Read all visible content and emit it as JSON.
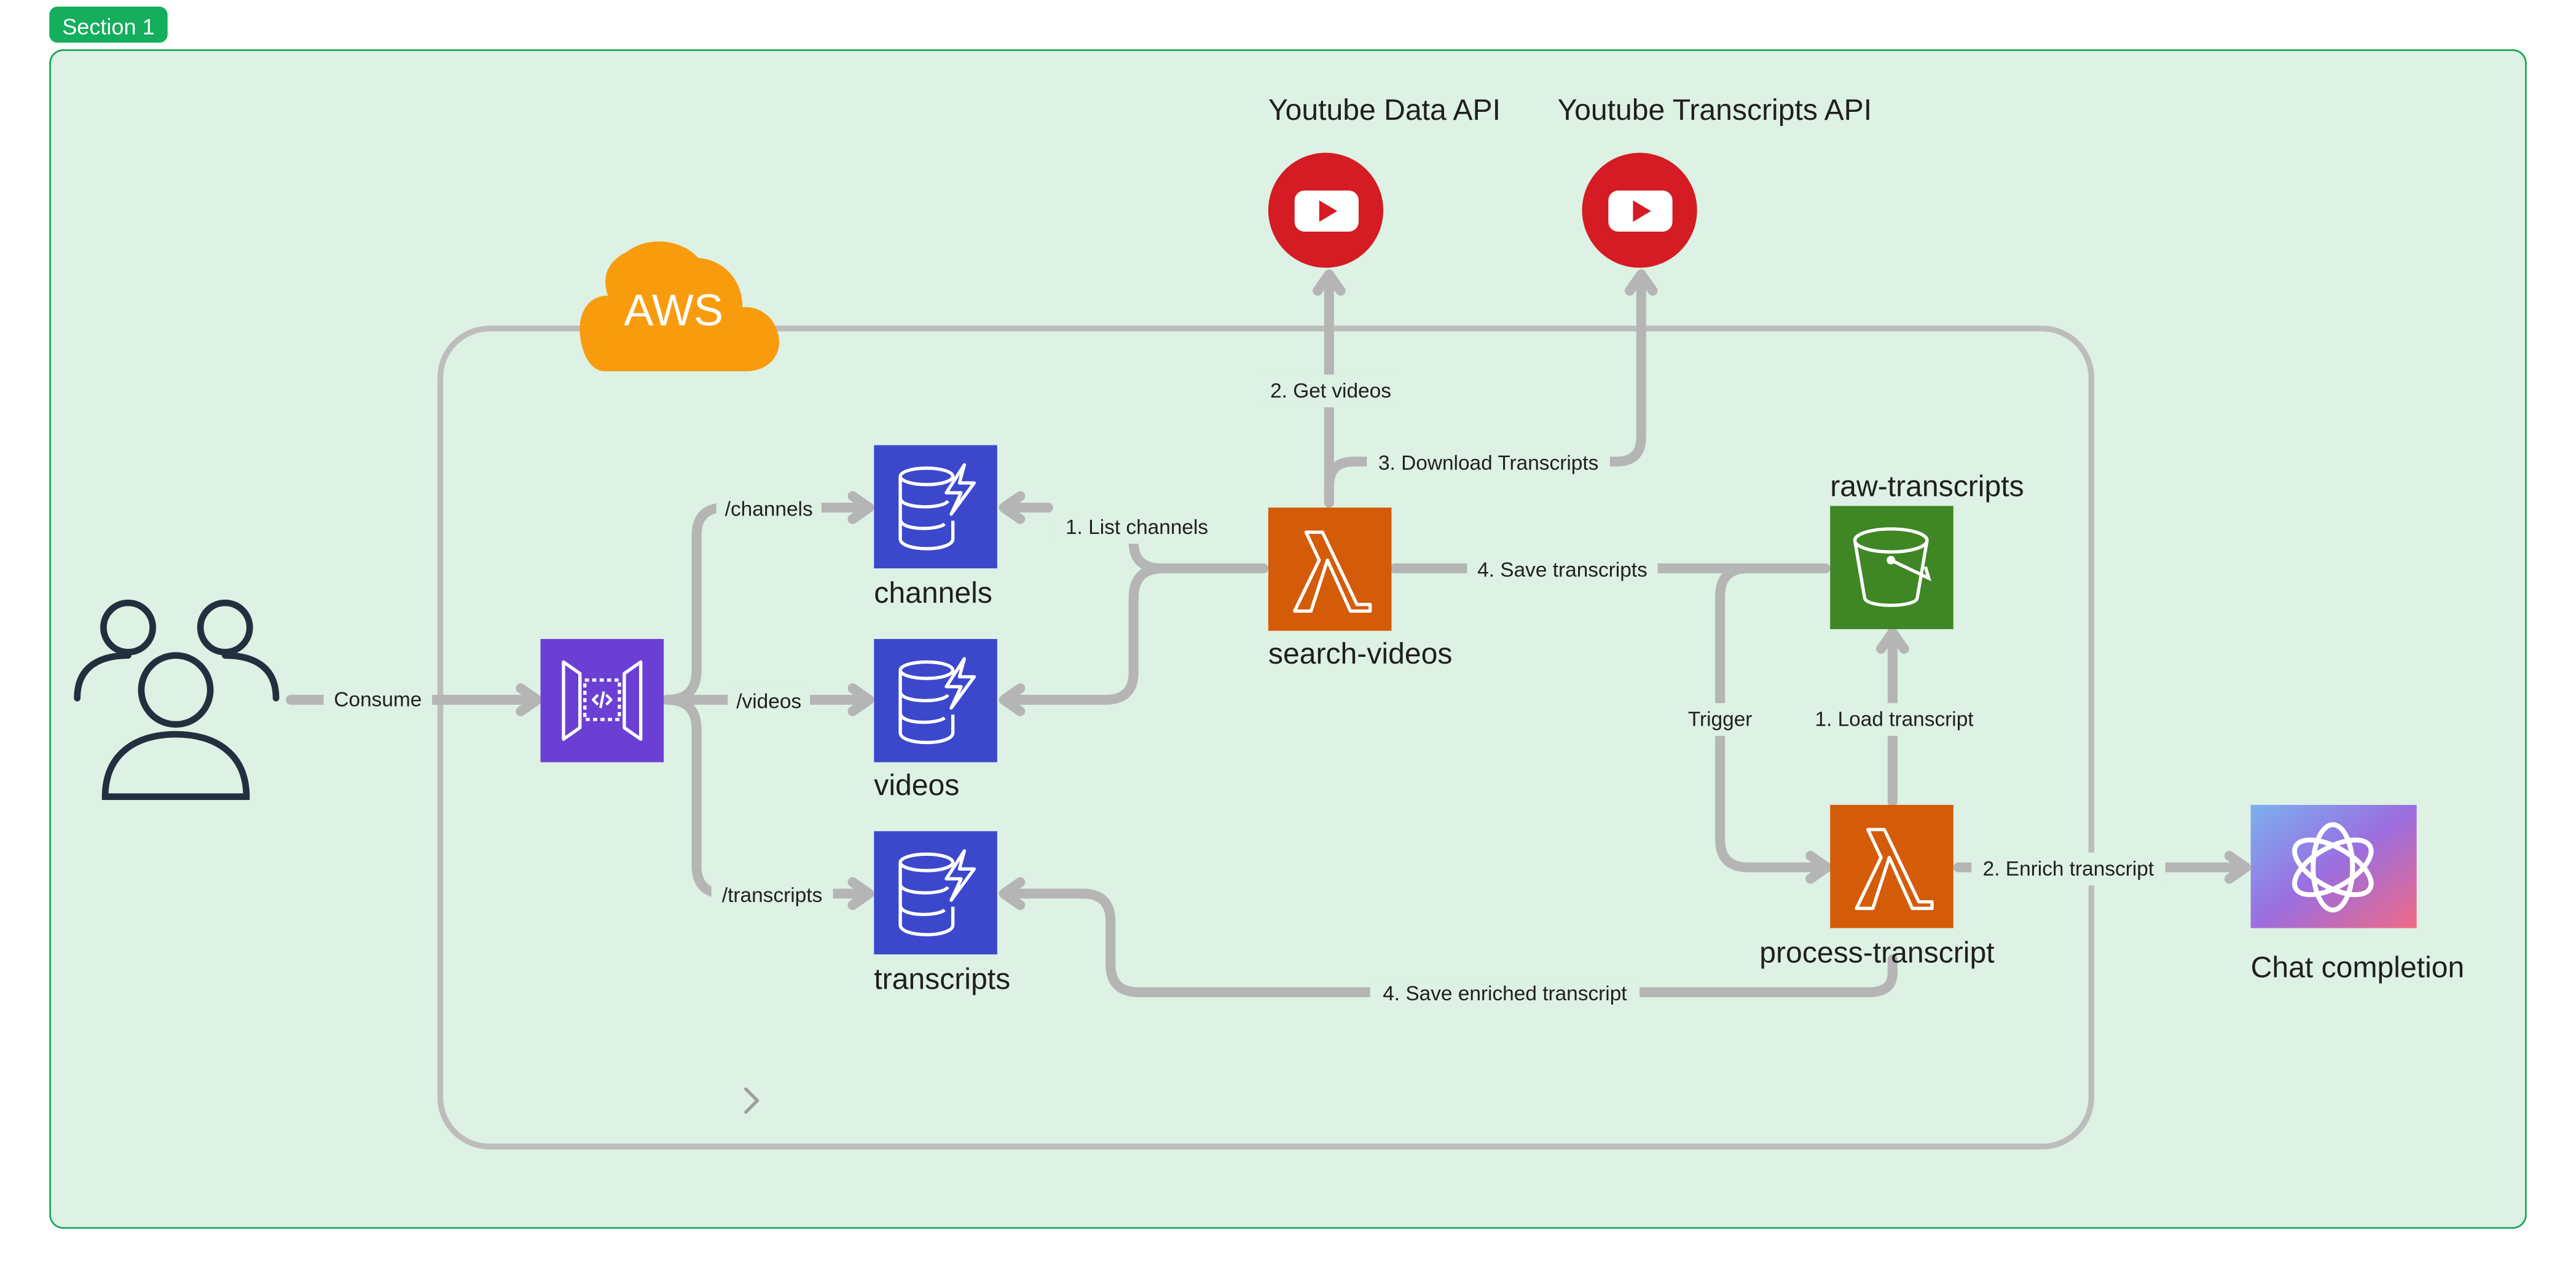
{
  "section": {
    "label": "Section 1"
  },
  "cloud": {
    "label": "AWS",
    "color": "#f89c0e"
  },
  "colors": {
    "section_fill": "#ddf1e4",
    "section_border": "#13a454",
    "section_tag": "#14ae5c",
    "dynamodb": "#3b48cc",
    "lambda": "#d45b07",
    "s3": "#3f8624",
    "api_gateway": "#6b3fd4",
    "youtube": "#d51b23",
    "edge": "#b5b5b5"
  },
  "nodes": {
    "users": {
      "icon": "users-icon"
    },
    "api_gateway": {
      "icon": "api-gateway-icon"
    },
    "channels": {
      "label": "channels",
      "icon": "dynamodb-icon"
    },
    "videos": {
      "label": "videos",
      "icon": "dynamodb-icon"
    },
    "transcripts": {
      "label": "transcripts",
      "icon": "dynamodb-icon"
    },
    "search_videos": {
      "label": "search-videos",
      "icon": "lambda-icon"
    },
    "raw_transcripts": {
      "label": "raw-transcripts",
      "icon": "s3-bucket-icon"
    },
    "process_transcript": {
      "label": "process-transcript",
      "icon": "lambda-icon"
    },
    "youtube_data": {
      "label": "Youtube Data API",
      "icon": "youtube-icon"
    },
    "youtube_transcripts": {
      "label": "Youtube Transcripts API",
      "icon": "youtube-icon"
    },
    "chat_completion": {
      "label": "Chat completion",
      "icon": "openai-icon"
    }
  },
  "edges": {
    "consume": "Consume",
    "channels_route": "/channels",
    "videos_route": "/videos",
    "transcripts_route": "/transcripts",
    "list_channels": "1. List channels",
    "get_videos": "2. Get videos",
    "download_transcripts": "3. Download Transcripts",
    "save_transcripts": "4. Save transcripts",
    "trigger": "Trigger",
    "load_transcript": "1. Load transcript",
    "enrich_transcript": "2. Enrich transcript",
    "save_enriched": "4. Save enriched transcript"
  }
}
